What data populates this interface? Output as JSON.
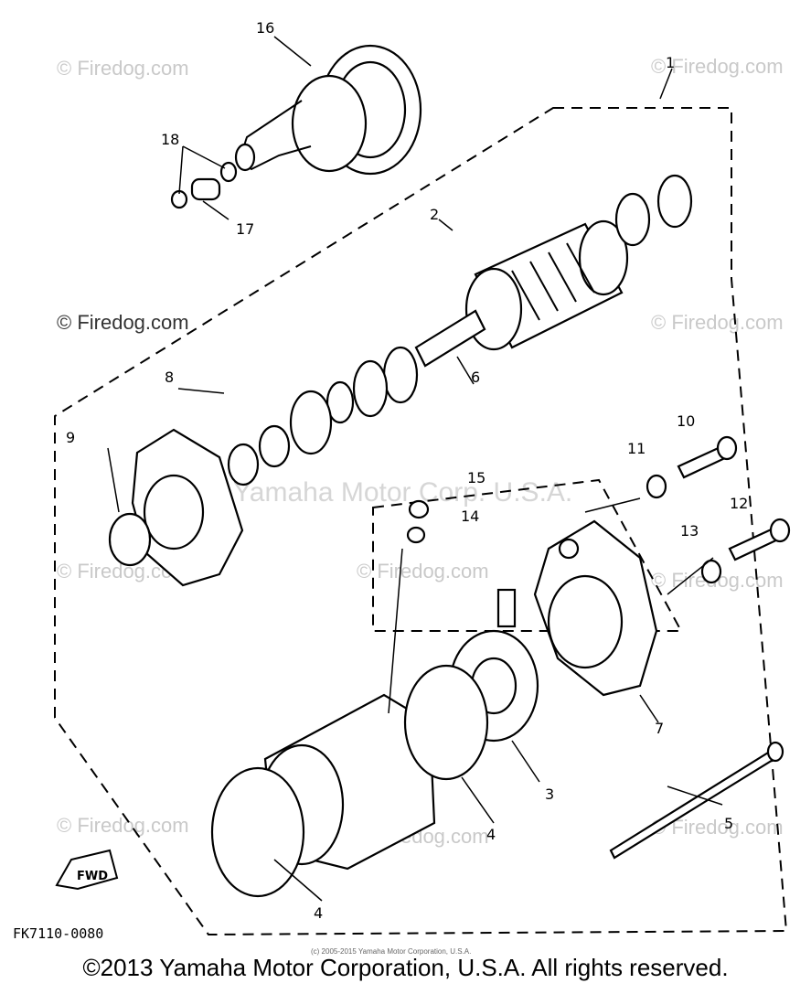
{
  "diagram": {
    "callouts": [
      "1",
      "2",
      "3",
      "4",
      "4",
      "5",
      "6",
      "7",
      "8",
      "9",
      "10",
      "11",
      "12",
      "13",
      "14",
      "15",
      "16",
      "17",
      "18"
    ],
    "watermark_text": "© Firedog.com",
    "center_watermark": "Yamaha Motor Corp. U.S.A.",
    "reference_code": "FK7110-0080",
    "fwd_label": "FWD",
    "small_copyright": "(c) 2005-2015 Yamaha Motor Corporation, U.S.A."
  },
  "footer": {
    "copyright": "©2013 Yamaha Motor Corporation, U.S.A. All rights reserved."
  }
}
